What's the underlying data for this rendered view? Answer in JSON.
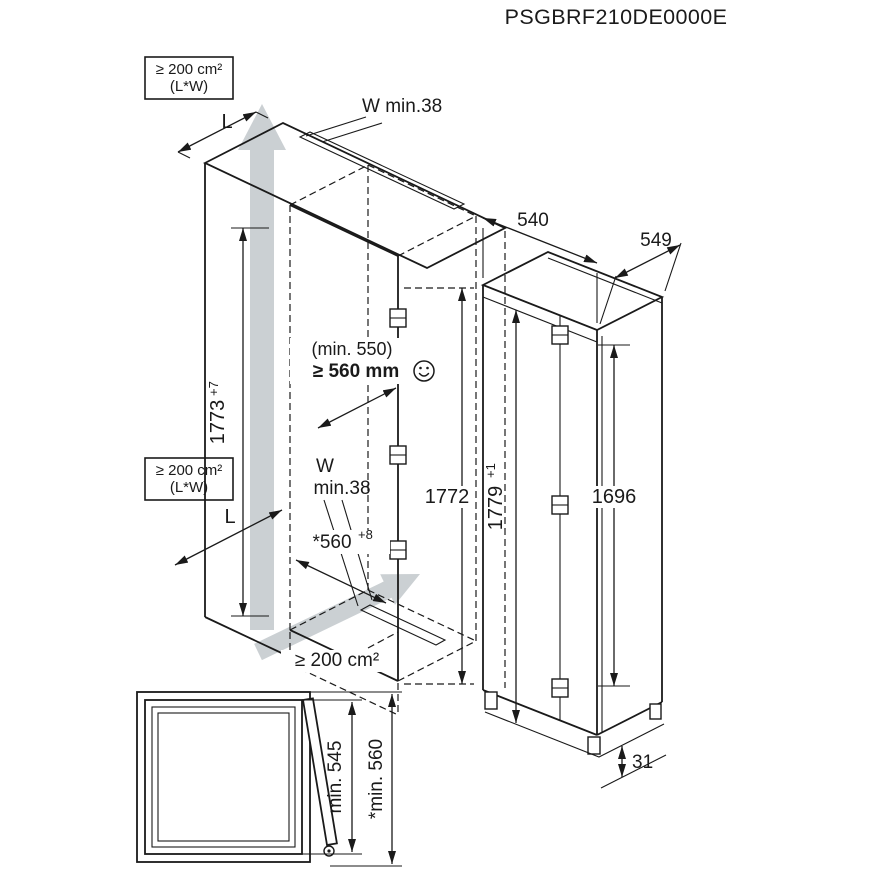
{
  "title": "PSGBRF210DE0000E",
  "vents": {
    "top_box": {
      "area": "≥ 200 cm²",
      "dims": "(L*W)"
    },
    "mid_box": {
      "area": "≥ 200 cm²",
      "dims": "(L*W)"
    },
    "bottom_area": "≥ 200 cm²",
    "l_top": "L",
    "l_mid": "L",
    "w_min_top": "W min.38",
    "w_mid": "W",
    "min38_mid": "min.38"
  },
  "niche": {
    "height_ext": "1773",
    "height_ext_tol": "+7",
    "height_int": "1772",
    "width": "*560",
    "width_tol": "+8",
    "depth_note": "(min. 550)",
    "depth_req": "≥ 560 mm"
  },
  "appliance": {
    "width": "540",
    "depth": "549",
    "height": "1779",
    "height_tol": "+1",
    "door_height": "1696",
    "foot_adjust": "31"
  },
  "top_view": {
    "depth_min": "min. 545",
    "depth_total": "*min. 560"
  }
}
